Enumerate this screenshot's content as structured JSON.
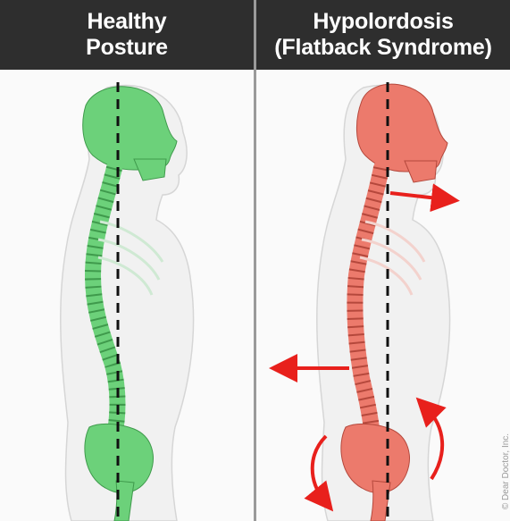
{
  "panels": [
    {
      "title_line1": "Healthy",
      "title_line2": "Posture",
      "skeleton_color": "#6cd17a"
    },
    {
      "title_line1": "Hypolordosis",
      "title_line2": "(Flatback Syndrome)",
      "skeleton_color": "#ec7a6c"
    }
  ],
  "colors": {
    "header_bg": "#2e2e2e",
    "arrow": "#e8201c",
    "body_outline": "#d0d0d0"
  },
  "credit": "© Dear Doctor, Inc."
}
